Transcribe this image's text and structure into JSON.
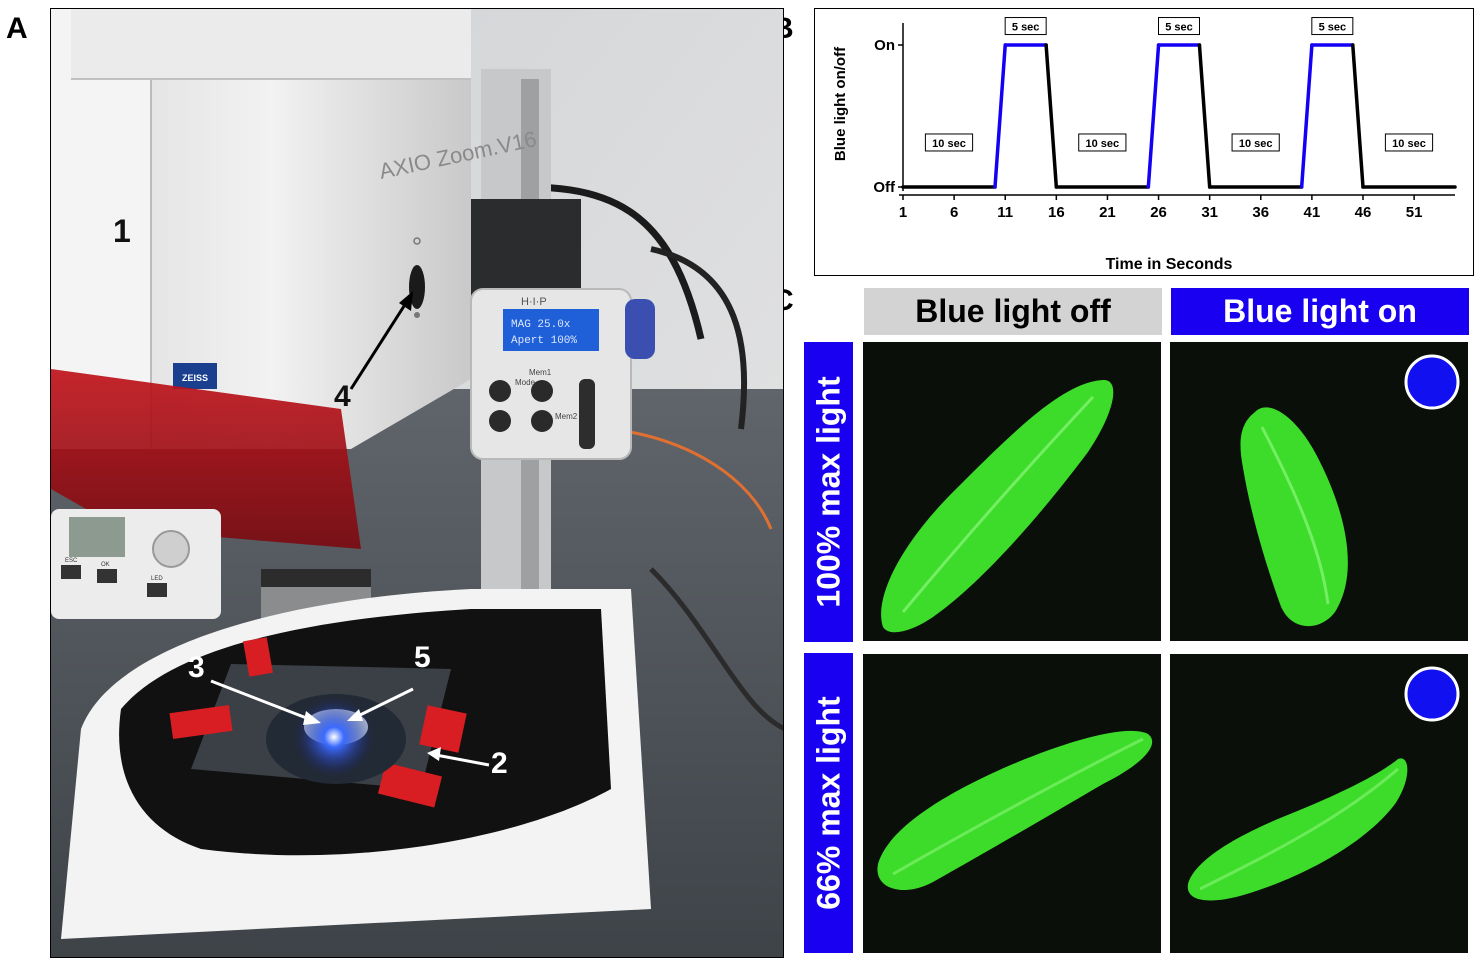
{
  "panels": {
    "a": {
      "letter": "A",
      "callouts": [
        "1",
        "2",
        "3",
        "4",
        "5"
      ],
      "device_text": {
        "brand": "ZEISS",
        "model": "AXIO Zoom.V16",
        "controller_brand": "H·I·P",
        "display_line1": "MAG   25.0x",
        "display_line2": "Apert  100%",
        "button_mode": "Mode",
        "button_mem1": "Mem1",
        "button_mem2": "Mem2",
        "base_btn_esc": "ESC",
        "base_btn_ok": "OK",
        "base_btn_led": "LED"
      }
    },
    "b": {
      "letter": "B"
    },
    "c": {
      "letter": "C",
      "col_headers": [
        "Blue light off",
        "Blue light on"
      ],
      "row_headers": [
        "100% max light",
        "66% max light"
      ]
    }
  },
  "chart_data": {
    "type": "line",
    "xlabel": "Time in Seconds",
    "ylabel": "Blue light on/off",
    "xticks": [
      1,
      6,
      11,
      16,
      21,
      26,
      31,
      36,
      41,
      46,
      51
    ],
    "xlim": [
      1,
      55
    ],
    "yticks": [
      "Off",
      "On"
    ],
    "ylim": [
      0,
      1
    ],
    "grid": false,
    "series": [
      {
        "x": [
          1,
          10,
          11,
          15,
          16,
          25,
          26,
          30,
          31,
          40,
          41,
          45,
          46,
          55
        ],
        "y": [
          0,
          0,
          1,
          1,
          0,
          0,
          1,
          1,
          0,
          0,
          1,
          1,
          0,
          0
        ]
      }
    ],
    "off_color": "#000000",
    "on_color": "#1400f5",
    "annotations": [
      {
        "text": "10 sec",
        "x": 5.5,
        "y": 0.31
      },
      {
        "text": "5 sec",
        "x": 13,
        "y": 1.13
      },
      {
        "text": "10 sec",
        "x": 20.5,
        "y": 0.31
      },
      {
        "text": "5 sec",
        "x": 28,
        "y": 1.13
      },
      {
        "text": "10 sec",
        "x": 35.5,
        "y": 0.31
      },
      {
        "text": "5 sec",
        "x": 43,
        "y": 1.13
      },
      {
        "text": "10 sec",
        "x": 50.5,
        "y": 0.31
      }
    ]
  },
  "colors": {
    "blue_label": "#1a00f0",
    "gray_label": "#d3d3d3",
    "larva_green": "#3ddc2a",
    "indicator_blue": "#1010f0"
  }
}
